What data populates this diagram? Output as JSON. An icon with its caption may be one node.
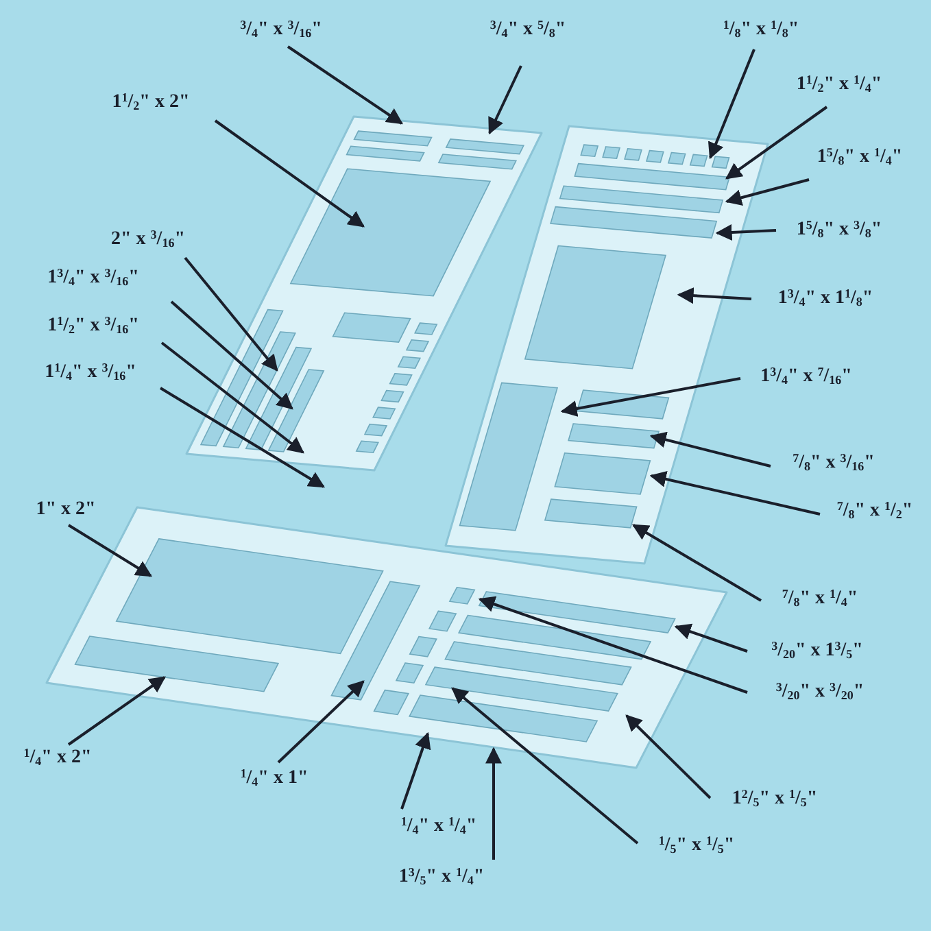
{
  "diagram": {
    "nodes": [
      {
        "text": [
          "$^{3}$/$_{4}$\" x $^{3}$/$_{16}$\""
        ]
      },
      {
        "text": [
          "$^{3}$/$_{4}$\" x $^{5}$/$_{8}$\""
        ]
      },
      {
        "text": [
          "$^{1}$/$_{8}$\" x $^{1}$/$_{8}$\""
        ]
      },
      {
        "text": [
          "1$^{1}$/$_{2}$\" x 2\""
        ]
      },
      {
        "text": [
          "1$^{1}$/$_{2}$\" x $^{1}$/$_{4}$\""
        ]
      },
      {
        "text": [
          "1$^{5}$/$_{8}$\" x $^{1}$/$_{4}$\""
        ]
      },
      {
        "text": [
          "1$^{5}$/$_{8}$\" x $^{3}$/$_{8}$\""
        ]
      },
      {
        "text": [
          "2\" x $^{3}$/$_{16}$\""
        ]
      },
      {
        "text": [
          "1$^{3}$/$_{4}$\" x $^{3}$/$_{16}$\""
        ]
      },
      {
        "text": [
          "1$^{3}$/$_{4}$\" x 1$^{1}$/$_{8}$\""
        ]
      },
      {
        "text": [
          "1$^{1}$/$_{2}$\" x $^{3}$/$_{16}$\""
        ]
      },
      {
        "text": [
          "1$^{1}$/$_{4}$\" x $^{3}$/$_{16}$\""
        ]
      },
      {
        "text": [
          "1$^{3}$/$_{4}$\" x $^{7}$/$_{16}$\""
        ]
      },
      {
        "text": [
          "$^{7}$/$_{8}$\" x $^{3}$/$_{16}$\""
        ]
      },
      {
        "text": [
          "1\" x 2\""
        ]
      },
      {
        "text": [
          "$^{7}$/$_{8}$\" x $^{1}$/$_{2}$\""
        ]
      },
      {
        "text": [
          "$^{7}$/$_{8}$\" x $^{1}$/$_{4}$\""
        ]
      },
      {
        "text": [
          "$^{3}$/$_{20}$\" x 1$^{3}$/$_{5}$\""
        ]
      },
      {
        "text": [
          "$^{3}$/$_{20}$\" x $^{3}$/$_{20}$\""
        ]
      },
      {
        "text": [
          "$^{1}$/$_{4}$\" x 2\""
        ]
      },
      {
        "text": [
          "$^{1}$/$_{4}$\" x 1\""
        ]
      },
      {
        "text": [
          "1$^{2}$/$_{5}$\" x $^{1}$/$_{5}$\""
        ]
      },
      {
        "text": [
          "$^{1}$/$_{4}$\" x $^{1}$/$_{4}$\""
        ]
      },
      {
        "text": [
          "$^{1}$/$_{5}$\" x $^{1}$/$_{5}$\""
        ]
      },
      {
        "text": [
          "1$^{3}$/$_{5}$\" x $^{1}$/$_{4}$\""
        ]
      }
    ],
    "edges": [
      {
        "from": 0,
        "to": null,
        "arrow": "to"
      },
      {
        "from": 1,
        "to": null,
        "arrow": "to"
      },
      {
        "from": 2,
        "to": null,
        "arrow": "to"
      },
      {
        "from": 3,
        "to": null,
        "arrow": "to"
      },
      {
        "from": 4,
        "to": null,
        "arrow": "to"
      },
      {
        "from": 5,
        "to": null,
        "arrow": "to"
      },
      {
        "from": 6,
        "to": null,
        "arrow": "to"
      },
      {
        "from": 7,
        "to": null,
        "arrow": "to"
      },
      {
        "from": 8,
        "to": null,
        "arrow": "to"
      },
      {
        "from": 9,
        "to": null,
        "arrow": "to"
      },
      {
        "from": 10,
        "to": null,
        "arrow": "to"
      },
      {
        "from": 11,
        "to": null,
        "arrow": "to"
      },
      {
        "from": 12,
        "to": null,
        "arrow": "to"
      },
      {
        "from": 13,
        "to": null,
        "arrow": "to"
      },
      {
        "from": 14,
        "to": null,
        "arrow": "to"
      },
      {
        "from": 15,
        "to": null,
        "arrow": "to"
      },
      {
        "from": 16,
        "to": null,
        "arrow": "to"
      },
      {
        "from": 17,
        "to": null,
        "arrow": "to"
      },
      {
        "from": 18,
        "to": null,
        "arrow": "to"
      },
      {
        "from": 19,
        "to": null,
        "arrow": "to"
      },
      {
        "from": 20,
        "to": null,
        "arrow": "to"
      },
      {
        "from": 21,
        "to": null,
        "arrow": "to"
      },
      {
        "from": 22,
        "to": null,
        "arrow": "to"
      },
      {
        "from": 23,
        "to": null,
        "arrow": "to"
      },
      {
        "from": 24,
        "to": null,
        "arrow": "to"
      }
    ]
  }
}
